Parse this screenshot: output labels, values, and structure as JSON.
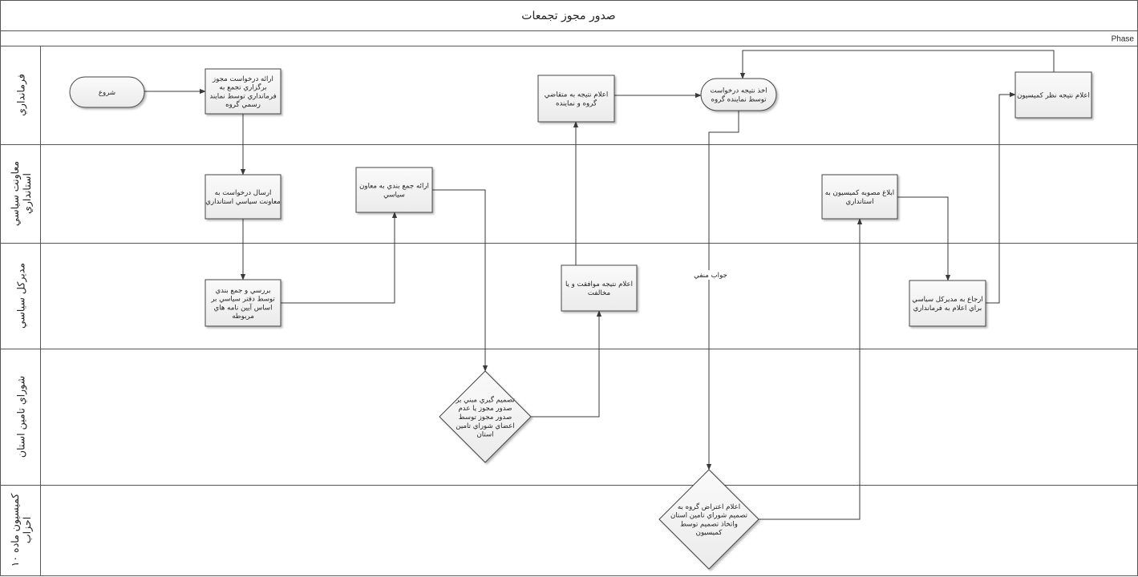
{
  "title": "صدور مجوز تجمعات",
  "phase_label": "Phase",
  "lanes": [
    {
      "id": "farmandari",
      "lines": [
        "فرمانداري"
      ]
    },
    {
      "id": "moavenat",
      "lines": [
        "معاونت سياسي",
        "استانداري"
      ]
    },
    {
      "id": "modirkol",
      "lines": [
        "مديركل سياسي"
      ]
    },
    {
      "id": "shora",
      "lines": [
        "شوراي تامين استان"
      ]
    },
    {
      "id": "komision",
      "lines": [
        "كميسيون ماده ۱۰",
        "احزاب"
      ]
    }
  ],
  "nodes": [
    {
      "id": "start",
      "shape": "terminator",
      "lines": [
        "شروع"
      ]
    },
    {
      "id": "n1",
      "shape": "process",
      "lines": [
        "ارائه درخواست مجوز",
        "برگزاري تجمع به",
        "فرمانداري توسط نمايند",
        "رسمي گروه"
      ]
    },
    {
      "id": "n2",
      "shape": "process",
      "lines": [
        "ارسال درخواست به",
        "معاونت سياسي استانداري"
      ]
    },
    {
      "id": "n3",
      "shape": "process",
      "lines": [
        "بررسي و جمع بندي",
        "توسط دفتر سياسي بر",
        "اساس آيين نامه هاي",
        "مربوطه"
      ]
    },
    {
      "id": "n4",
      "shape": "process",
      "lines": [
        "ارائه جمع بندي به معاون",
        "سياسي"
      ]
    },
    {
      "id": "d1",
      "shape": "decision",
      "lines": [
        "تصميم گيري مبني بر",
        "صدور مجوز يا عدم",
        "صدور مجوز توسط",
        "اعضاي شوراي تامين",
        "استان"
      ]
    },
    {
      "id": "n5",
      "shape": "process",
      "lines": [
        "اعلام نتيجه موافقت و يا",
        "مخالفت"
      ]
    },
    {
      "id": "n6",
      "shape": "process",
      "lines": [
        "اعلام نتيجه به متقاضي",
        "گروه و نماينده"
      ]
    },
    {
      "id": "n7",
      "shape": "terminator",
      "lines": [
        "اخذ نتيجه درخواست",
        "توسط نماينده گروه"
      ]
    },
    {
      "id": "d2",
      "shape": "decision",
      "lines": [
        "اعلام اعتراض گروه به",
        "تصميم شوراي تامين استان",
        "واتخاذ تصميم توسط",
        "كميسيون"
      ]
    },
    {
      "id": "n8",
      "shape": "process",
      "lines": [
        "ابلاغ مصوبه كميسيون به",
        "استانداري"
      ]
    },
    {
      "id": "n9",
      "shape": "process",
      "lines": [
        "ارجاع به مديركل سياسي",
        "براي اعلام به فرمانداري"
      ]
    },
    {
      "id": "n10",
      "shape": "process",
      "lines": [
        "اعلام نتيجه نظر كميسيون"
      ]
    }
  ],
  "edges": [
    {
      "from": "start",
      "to": "n1",
      "label": ""
    },
    {
      "from": "n1",
      "to": "n2",
      "label": ""
    },
    {
      "from": "n2",
      "to": "n3",
      "label": ""
    },
    {
      "from": "n3",
      "to": "n4",
      "label": ""
    },
    {
      "from": "n4",
      "to": "d1",
      "label": ""
    },
    {
      "from": "d1",
      "to": "n5",
      "label": ""
    },
    {
      "from": "n5",
      "to": "n6",
      "label": ""
    },
    {
      "from": "n6",
      "to": "n7",
      "label": ""
    },
    {
      "from": "n7",
      "to": "d2",
      "label": "جواب منفي"
    },
    {
      "from": "d2",
      "to": "n8",
      "label": ""
    },
    {
      "from": "n8",
      "to": "n9",
      "label": ""
    },
    {
      "from": "n9",
      "to": "n10",
      "label": ""
    },
    {
      "from": "n10",
      "to": "n7",
      "label": ""
    }
  ]
}
